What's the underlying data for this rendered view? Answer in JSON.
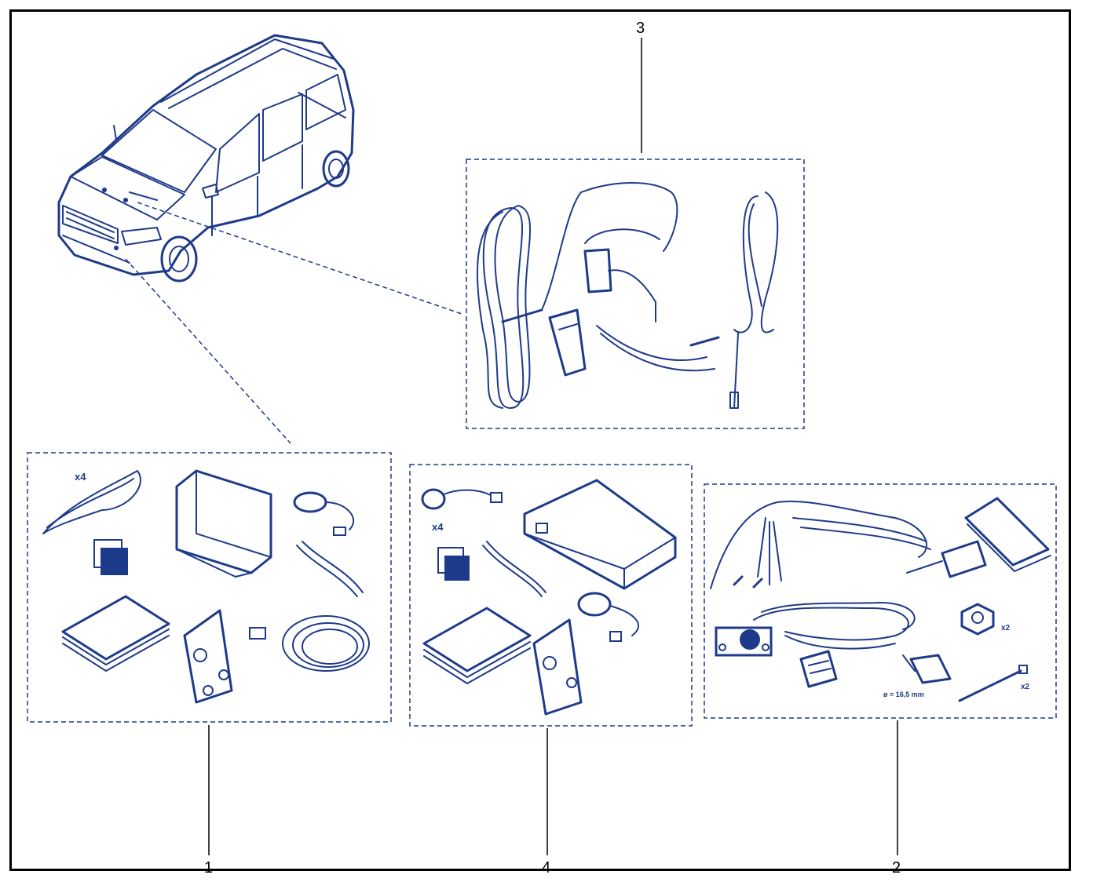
{
  "callouts": {
    "one": "1",
    "two": "2",
    "three": "3",
    "four": "4"
  },
  "kit1": {
    "qty_sensors": "x4"
  },
  "kit4": {
    "qty_sensors": "x4"
  },
  "kit2": {
    "qty_nuts": "x2",
    "qty_ties": "x2",
    "drill_diameter": "ø = 16,5 mm"
  },
  "colors": {
    "line": "#1e3a8a",
    "frame": "#000000",
    "box_dash": "#1e3a8a"
  }
}
